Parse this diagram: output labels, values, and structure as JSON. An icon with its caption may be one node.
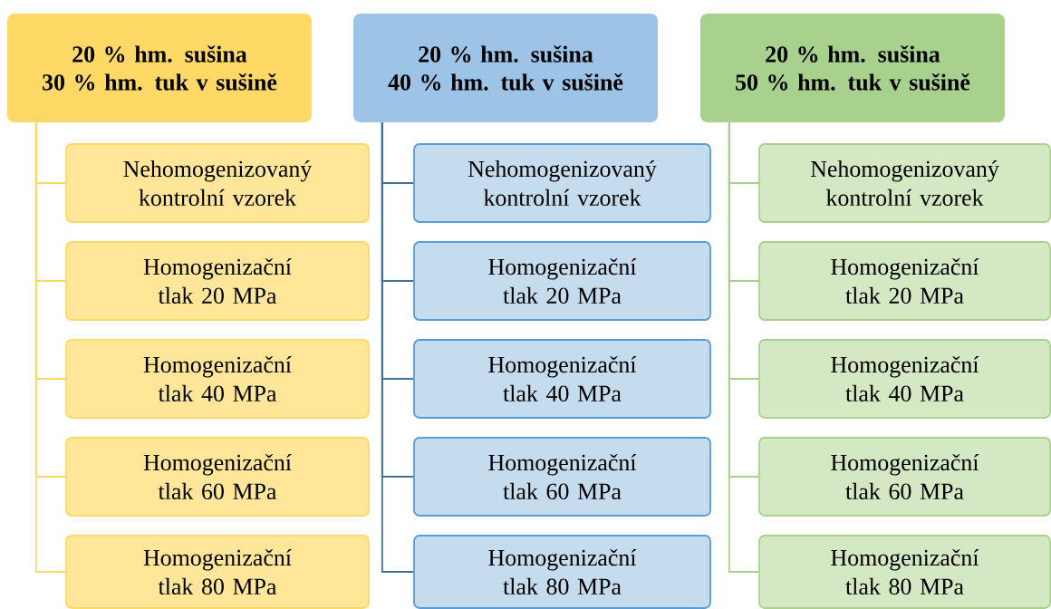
{
  "diagram": {
    "nodes": [
      {
        "text": [
          "20 % hm. sušina",
          "30 % hm. tuk v sušině"
        ]
      },
      {
        "text": [
          "Nehomogenizovaný kontrolní vzorek"
        ]
      },
      {
        "text": [
          "Homogenizační tlak 20 MPa"
        ]
      },
      {
        "text": [
          "Homogenizační tlak 40 MPa"
        ]
      },
      {
        "text": [
          "Homogenizační tlak 60 MPa"
        ]
      },
      {
        "text": [
          "Homogenizační tlak 80 MPa"
        ]
      },
      {
        "text": [
          "20 % hm. sušina",
          "40 % hm. tuk v sušině"
        ]
      },
      {
        "text": [
          "Nehomogenizovaný kontrolní vzorek"
        ]
      },
      {
        "text": [
          "Homogenizační tlak 20 MPa"
        ]
      },
      {
        "text": [
          "Homogenizační tlak 40 MPa"
        ]
      },
      {
        "text": [
          "Homogenizační tlak 60 MPa"
        ]
      },
      {
        "text": [
          "Homogenizační tlak 80 MPa"
        ]
      },
      {
        "text": [
          "20 % hm. sušina",
          "50 % hm. tuk v sušině"
        ]
      },
      {
        "text": [
          "Nehomogenizovaný kontrolní vzorek"
        ]
      },
      {
        "text": [
          "Homogenizační tlak 20 MPa"
        ]
      },
      {
        "text": [
          "Homogenizační tlak 40 MPa"
        ]
      },
      {
        "text": [
          "Homogenizační tlak 60 MPa"
        ]
      },
      {
        "text": [
          "Homogenizační tlak 80 MPa"
        ]
      }
    ],
    "edges": [
      {
        "from": 0,
        "to": 1,
        "arrow": "none",
        "color": "#ffd966"
      },
      {
        "from": 0,
        "to": 2,
        "arrow": "none",
        "color": "#ffd966"
      },
      {
        "from": 0,
        "to": 3,
        "arrow": "none",
        "color": "#ffd966"
      },
      {
        "from": 0,
        "to": 4,
        "arrow": "none",
        "color": "#ffd966"
      },
      {
        "from": 0,
        "to": 5,
        "arrow": "none",
        "color": "#ffd966"
      },
      {
        "from": 6,
        "to": 7,
        "arrow": "none",
        "color": "#41719c"
      },
      {
        "from": 6,
        "to": 8,
        "arrow": "none",
        "color": "#41719c"
      },
      {
        "from": 6,
        "to": 9,
        "arrow": "none",
        "color": "#41719c"
      },
      {
        "from": 6,
        "to": 10,
        "arrow": "none",
        "color": "#41719c"
      },
      {
        "from": 6,
        "to": 11,
        "arrow": "none",
        "color": "#41719c"
      },
      {
        "from": 12,
        "to": 13,
        "arrow": "none",
        "color": "#a9d18e"
      },
      {
        "from": 12,
        "to": 14,
        "arrow": "none",
        "color": "#a9d18e"
      },
      {
        "from": 12,
        "to": 15,
        "arrow": "none",
        "color": "#a9d18e"
      },
      {
        "from": 12,
        "to": 16,
        "arrow": "none",
        "color": "#a9d18e"
      },
      {
        "from": 12,
        "to": 17,
        "arrow": "none",
        "color": "#a9d18e"
      }
    ]
  }
}
